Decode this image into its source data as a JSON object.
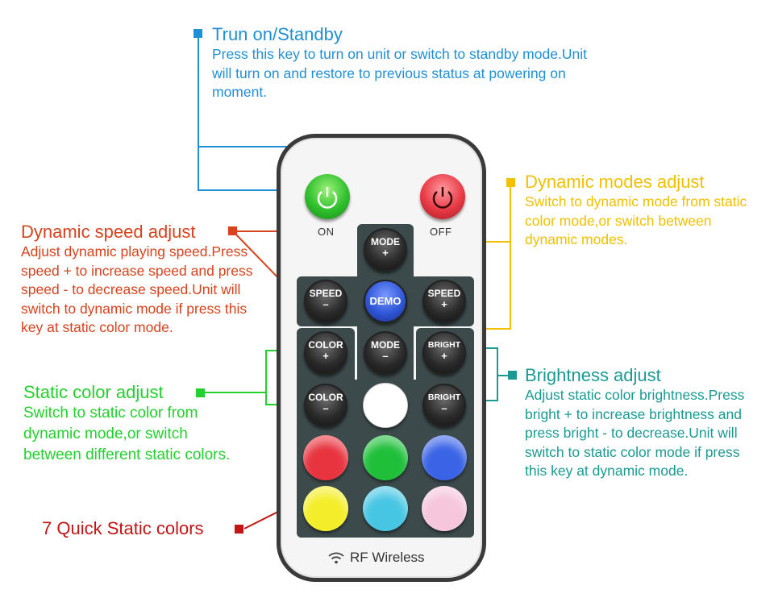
{
  "annotations": {
    "power": {
      "title": "Trun on/Standby",
      "desc": "Press this key to turn on unit or switch to standby mode.Unit will turn on and restore to previous status at powering on moment.",
      "color": "#1f8fd6"
    },
    "dynamic_modes": {
      "title": "Dynamic modes adjust",
      "desc": "Switch to dynamic mode from static color mode,or switch between dynamic modes.",
      "color": "#f2c000"
    },
    "speed": {
      "title": "Dynamic speed adjust",
      "desc": "Adjust dynamic playing speed.Press speed + to increase speed and press speed - to decrease speed.Unit will switch to dynamic mode if press this key at static color mode.",
      "color": "#d8421d"
    },
    "static_color": {
      "title": "Static color adjust",
      "desc": "Switch to static color from dynamic mode,or switch between different static colors.",
      "color": "#22d12e"
    },
    "brightness": {
      "title": "Brightness adjust",
      "desc": "Adjust static color brightness.Press bright + to increase brightness and press bright - to decrease.Unit will switch to static color mode if press this key at dynamic mode.",
      "color": "#1a9a92"
    },
    "quick_colors": {
      "title": "7 Quick Static colors",
      "color": "#c21515"
    }
  },
  "remote": {
    "on_label": "ON",
    "off_label": "OFF",
    "mode_plus": {
      "label": "MODE",
      "sign": "+"
    },
    "speed_minus": {
      "label": "SPEED",
      "sign": "–"
    },
    "demo": "DEMO",
    "speed_plus": {
      "label": "SPEED",
      "sign": "+"
    },
    "color_plus": {
      "label": "COLOR",
      "sign": "+"
    },
    "mode_minus": {
      "label": "MODE",
      "sign": "–"
    },
    "bright_plus": {
      "label": "BRIGHT",
      "sign": "+"
    },
    "color_minus": {
      "label": "COLOR",
      "sign": "–"
    },
    "bright_minus": {
      "label": "BRIGHT",
      "sign": "–"
    },
    "brand": "RF Wireless",
    "quick_colors": [
      "#e8343f",
      "#1fbf3a",
      "#3a63e6",
      "#f4ee2a",
      "#47c6e4",
      "#f6c6dc"
    ],
    "white_color": "#ffffff"
  }
}
